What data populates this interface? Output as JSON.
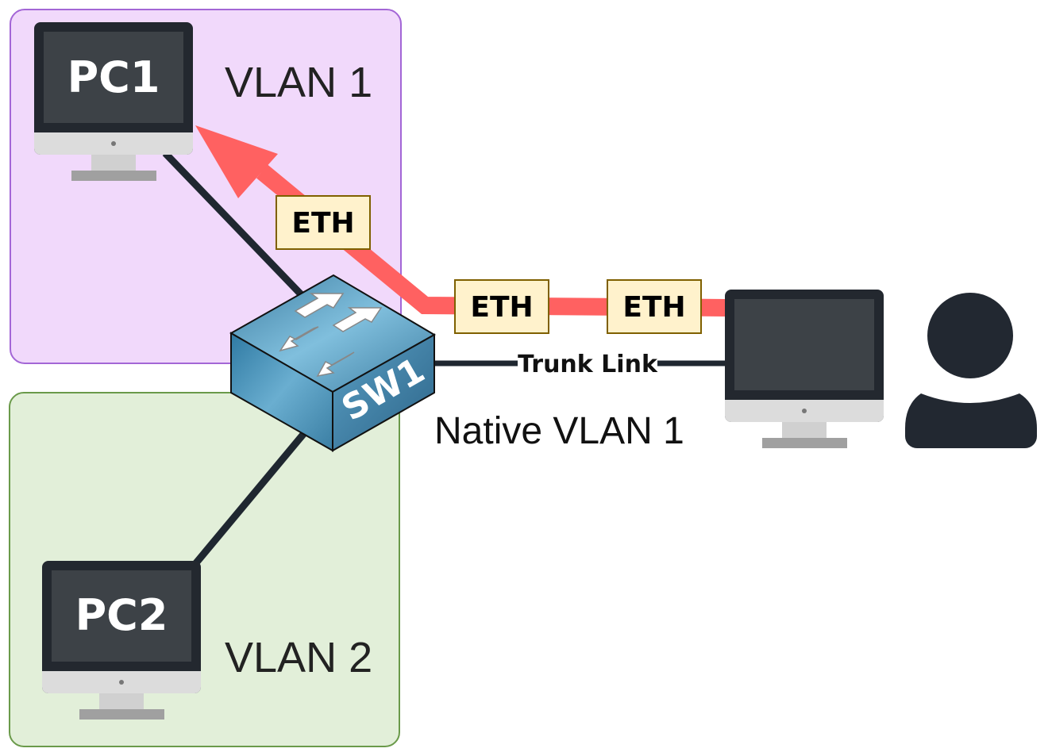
{
  "vlans": [
    {
      "label": "VLAN 1",
      "color": "#f1d9fb",
      "border": "#a366d6"
    },
    {
      "label": "VLAN 2",
      "color": "#e2efd9",
      "border": "#6a9a4a"
    }
  ],
  "devices": {
    "pc1": "PC1",
    "pc2": "PC2",
    "switch": "SW1"
  },
  "link": {
    "label": "Trunk Link",
    "native": "Native VLAN 1"
  },
  "frames": [
    "ETH",
    "ETH",
    "ETH"
  ],
  "colors": {
    "attack_path": "#ff6161",
    "frame_fill": "#fff2cc",
    "frame_border": "#7f6000",
    "switch": "#4a8fb5"
  },
  "icons": [
    "monitor-icon",
    "switch-icon",
    "user-icon"
  ]
}
